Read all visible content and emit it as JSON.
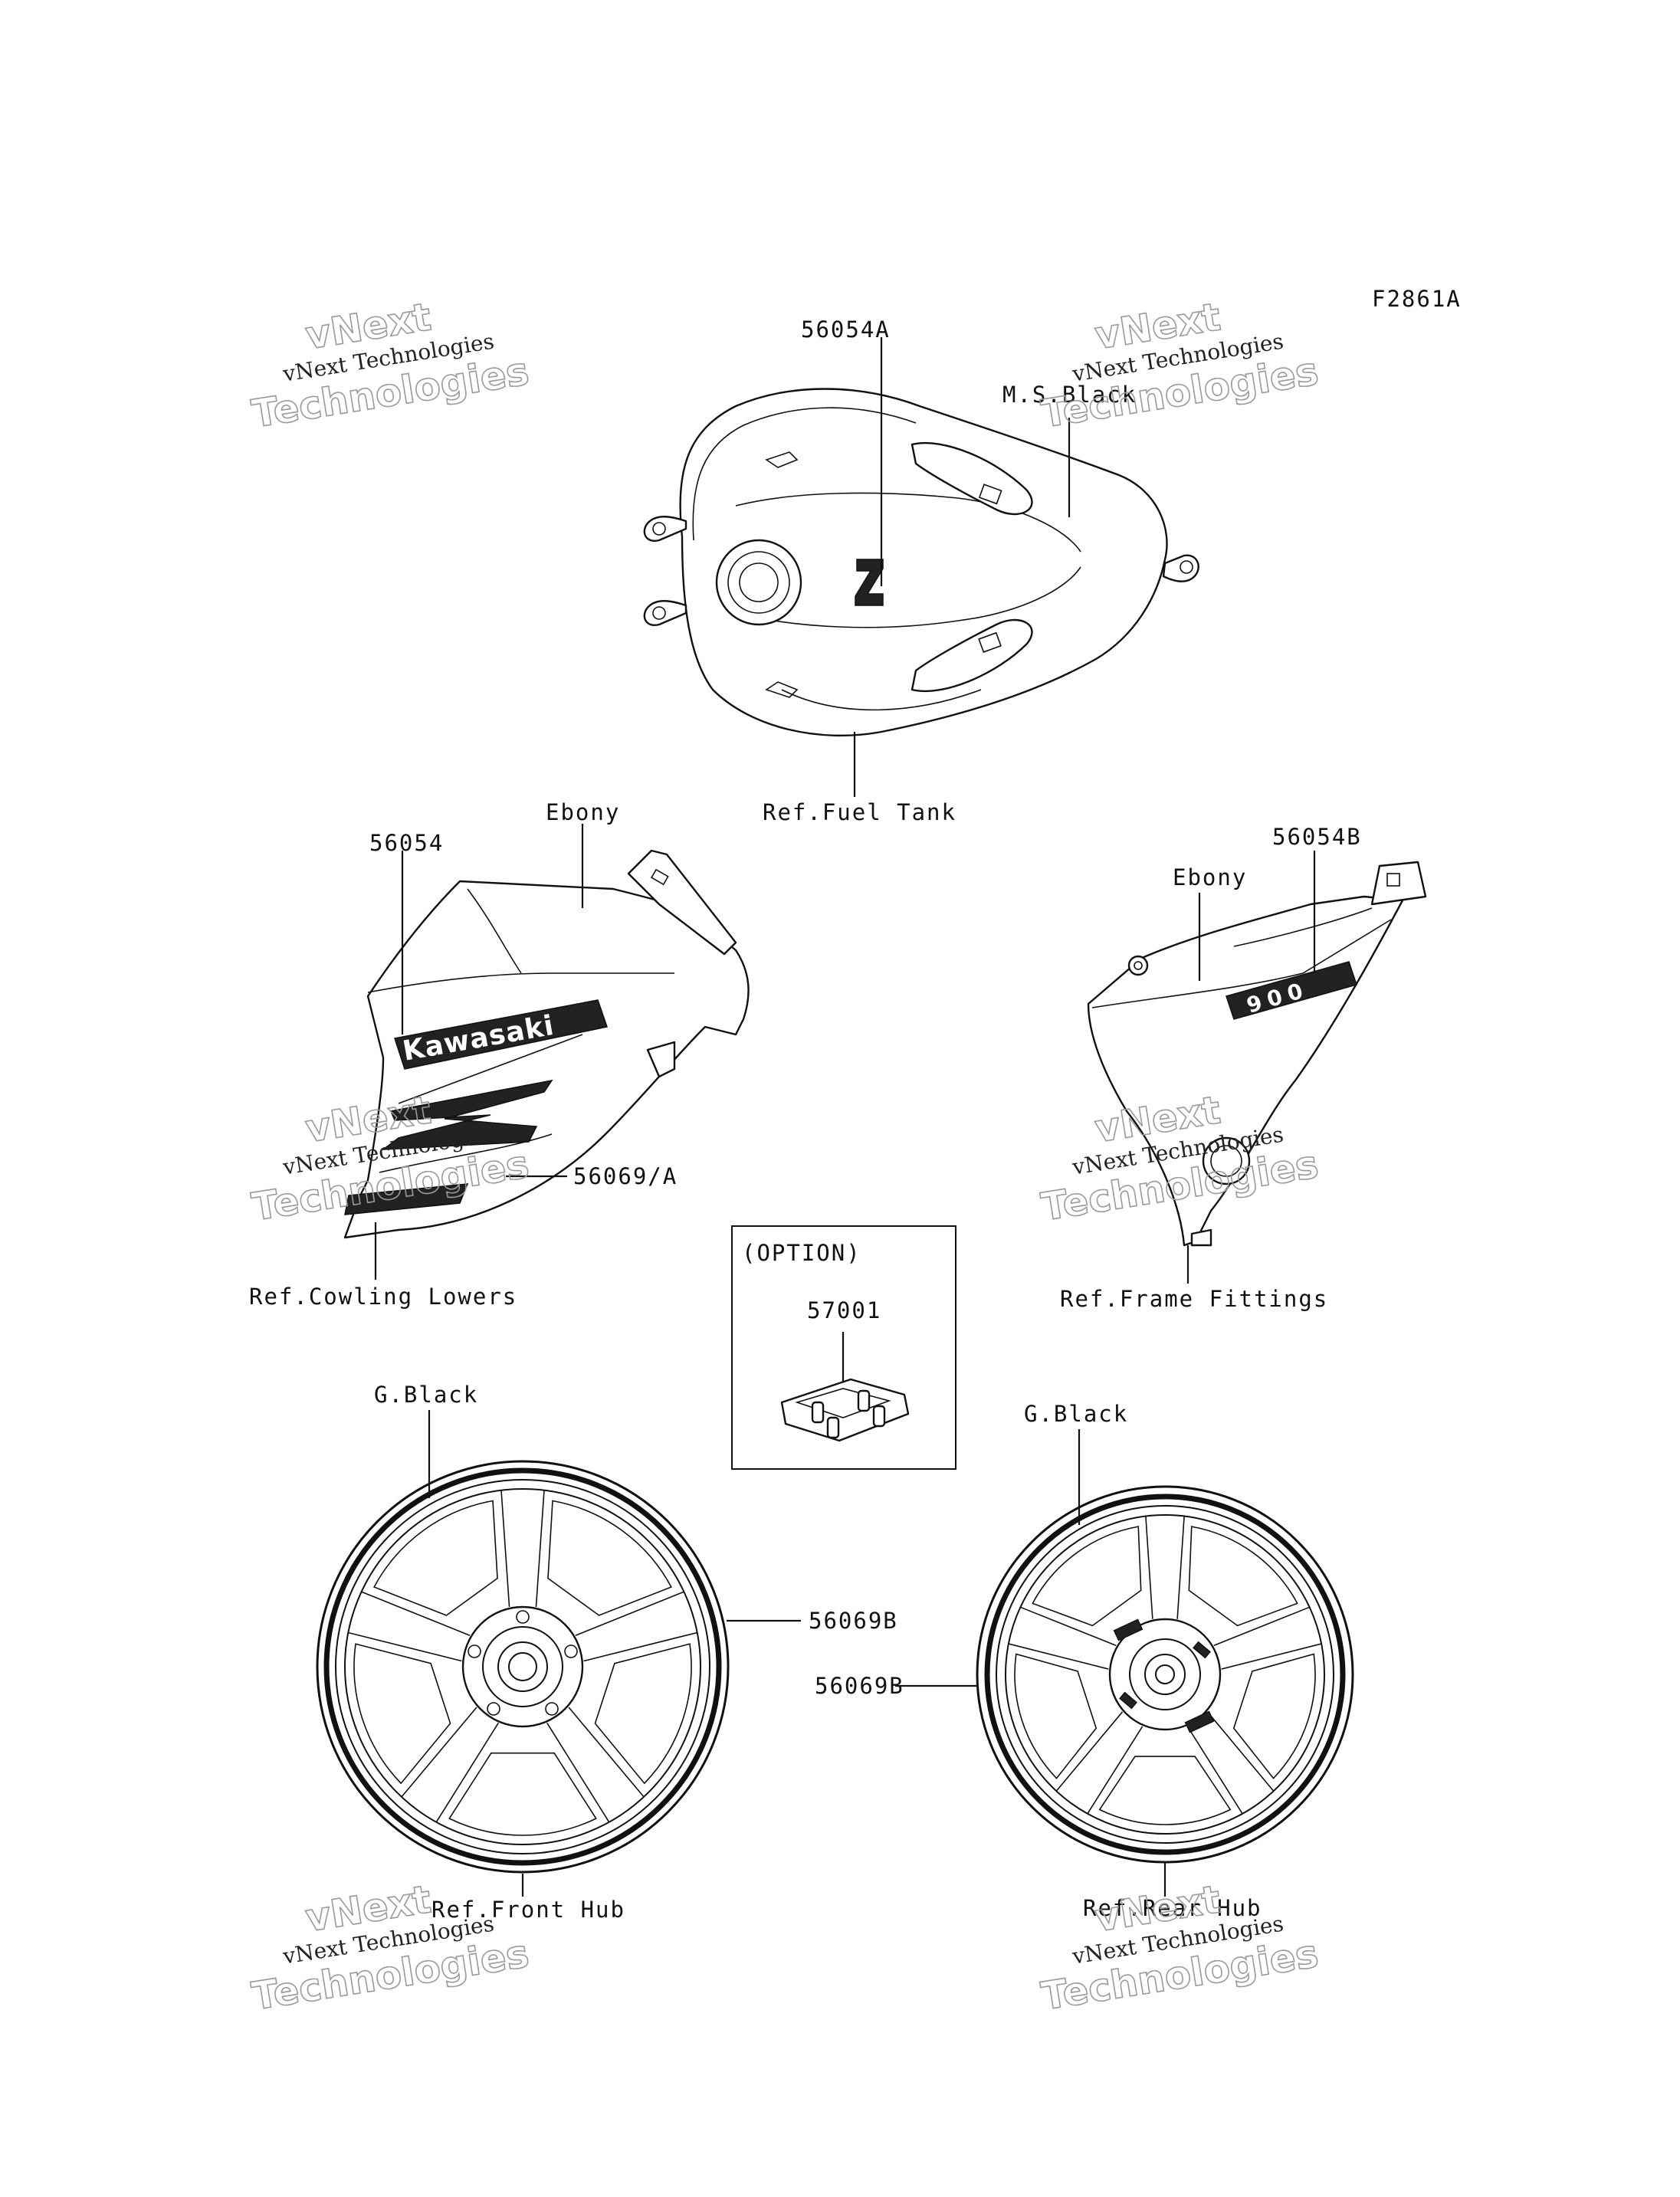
{
  "figure_code": "F2861A",
  "watermark": {
    "line1": "vNext",
    "line2": "vNext Technologies",
    "line3": "Technologies"
  },
  "callouts": {
    "tank_part": "56054A",
    "tank_color": "M.S.Black",
    "tank_ref": "Ref.Fuel Tank",
    "cowl_part": "56054",
    "cowl_color": "Ebony",
    "cowl_sub_part": "56069/A",
    "cowl_ref": "Ref.Cowling Lowers",
    "frame_part": "56054B",
    "frame_color": "Ebony",
    "frame_ref": "Ref.Frame Fittings",
    "option_title": "(OPTION)",
    "option_part": "57001",
    "front_wheel_color": "G.Black",
    "front_wheel_part": "56069B",
    "front_wheel_ref": "Ref.Front Hub",
    "rear_wheel_color": "G.Black",
    "rear_wheel_part": "56069B",
    "rear_wheel_ref": "Ref.Rear Hub"
  },
  "decals": {
    "brand": "Kawasaki",
    "model_letter": "Z",
    "engine_size": "900"
  }
}
